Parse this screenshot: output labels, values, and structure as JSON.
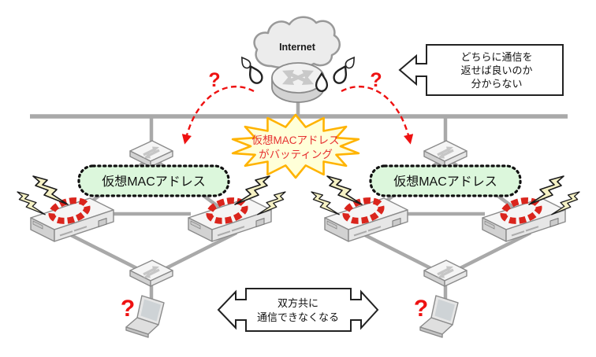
{
  "internet": {
    "label": "Internet"
  },
  "starburst": {
    "lines": [
      "仮想MACアドレス",
      "がバッティング"
    ]
  },
  "clusters": {
    "left": {
      "label": "仮想MACアドレス"
    },
    "right": {
      "label": "仮想MACアドレス"
    }
  },
  "callout_right": {
    "lines": [
      "どちらに通信を",
      "返せば良いのか",
      "分からない"
    ]
  },
  "callout_bottom": {
    "lines": [
      "双方共に",
      "通信できなくなる"
    ]
  },
  "symbols": {
    "question_mark": "?"
  },
  "colors": {
    "accent_red": "#ee1111",
    "link_gray": "#a9a9a9",
    "outline_gray": "#8a8a8a",
    "green_box_fill": "#dcf7dc",
    "starburst_fill": "#ffffd8",
    "starburst_stroke": "#ffb300",
    "starburst_text": "#e63030",
    "logo_red": "#da251d",
    "bolt_fill": "#f5f1c4"
  }
}
